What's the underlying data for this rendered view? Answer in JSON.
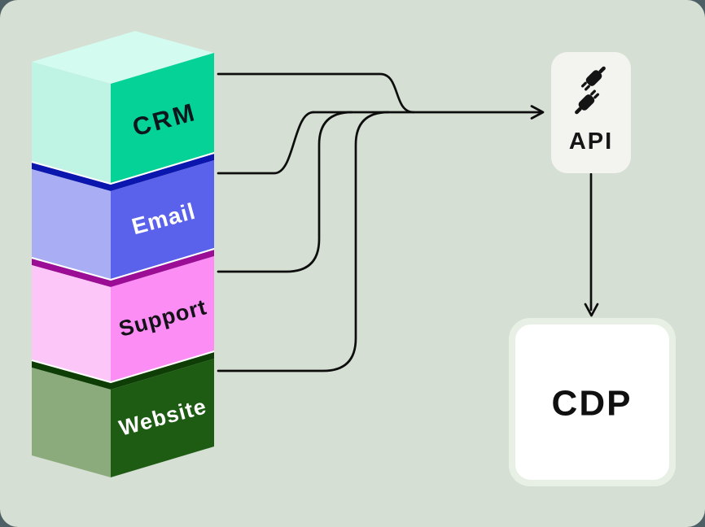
{
  "colors": {
    "page_behind": "#4e6066",
    "background": "#d5dfd3",
    "connector": "#0d0d0d",
    "gap_highlight": "#ffffff",
    "icon_ink": "#141414",
    "api_box_fill": "#f3f4f0",
    "cdp_outer_fill": "#e8f0e6",
    "cdp_inner_fill": "#ffffff"
  },
  "stack": {
    "boxes": [
      {
        "label": "CRM",
        "front": "#05d296",
        "side": "#bff3e3",
        "top": "#d4fbf0",
        "label_color": "#0c161d"
      },
      {
        "label": "Email",
        "front": "#5a61ea",
        "side": "#a9aef4",
        "edge": "#0b16ae",
        "label_color": "#ffffff"
      },
      {
        "label": "Support",
        "front": "#fb8df4",
        "side": "#fcc7f8",
        "edge": "#9c0d96",
        "label_color": "#131318"
      },
      {
        "label": "Website",
        "front": "#1e5c14",
        "side": "#8cab7d",
        "edge": "#0e3e06",
        "label_color": "#ffffff"
      }
    ]
  },
  "api_node": {
    "label": "API",
    "icon": "plug-icon",
    "label_color": "#161616"
  },
  "cdp_node": {
    "label": "CDP",
    "label_color": "#101010"
  }
}
